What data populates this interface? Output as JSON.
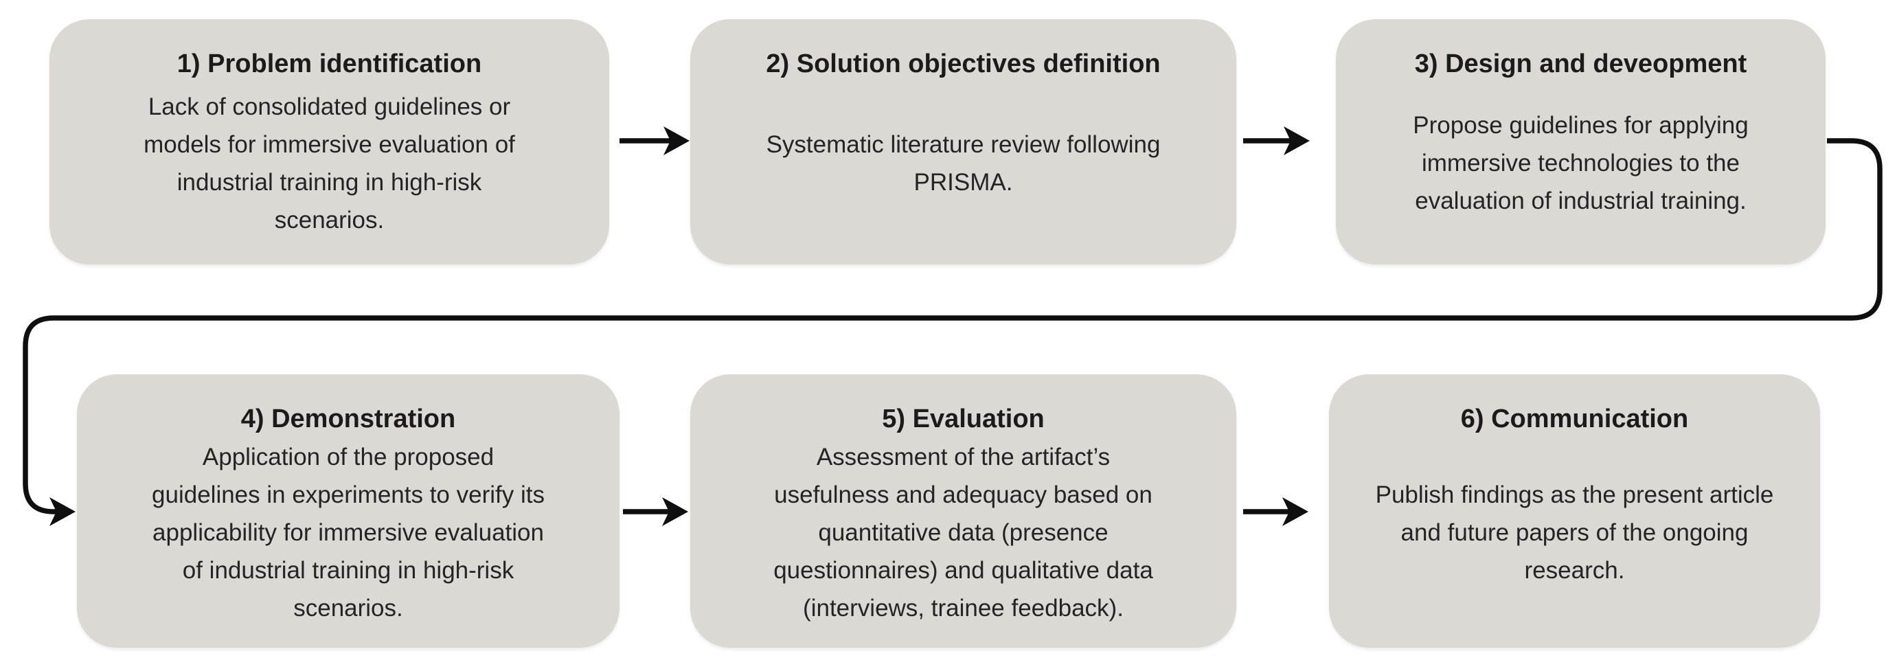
{
  "diagram": {
    "title": "Design Science Research process flow",
    "colors": {
      "background": "#ffffff",
      "box_fill": "#dcd9d4",
      "title_color": "#1d1b18",
      "body_color": "#262320",
      "arrow_color": "#0f0f0f"
    },
    "steps": [
      {
        "title": "1) Problem identification",
        "body": "Lack of consolidated guidelines or\nmodels for immersive evaluation of\nindustrial training in high-risk\nscenarios."
      },
      {
        "title": "2) Solution objectives definition",
        "body": "Systematic literature review following\nPRISMA."
      },
      {
        "title": "3) Design and deveopment",
        "body": "Propose guidelines for applying\nimmersive technologies to the\nevaluation of industrial training."
      },
      {
        "title": "4) Demonstration",
        "body": "Application of the proposed\nguidelines in experiments to verify its\napplicability for immersive evaluation\nof industrial training in high-risk\nscenarios."
      },
      {
        "title": "5) Evaluation",
        "body": "Assessment of the artifact’s\nusefulness and adequacy based on\nquantitative data (presence\nquestionnaires) and qualitative data\n(interviews, trainee feedback)."
      },
      {
        "title": "6) Communication",
        "body": "Publish findings as the present article\nand future papers of the ongoing\nresearch."
      }
    ]
  }
}
